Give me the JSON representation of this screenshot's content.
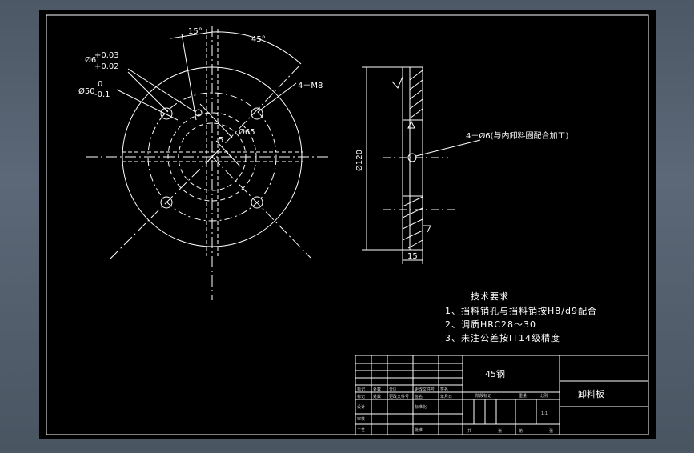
{
  "dimensions": {
    "tol_upper": "+0.03",
    "tol_lower": "+0.02",
    "dia6": "Ø6",
    "dia50": "Ø50",
    "dia50_upper": "0",
    "dia50_lower": "-0.1",
    "angle15": "15°",
    "angle45": "45°",
    "holes_label": "4－M8",
    "dia65": "Ø65",
    "radius_label": "5",
    "dia120": "Ø120",
    "thickness": "15",
    "side_note": "4－Ø6(与内卸料圈配合加工)"
  },
  "tech_requirements": {
    "title": "技术要求",
    "items": [
      "1、挡料销孔与挡料销按H8/d9配合",
      "2、调质HRC28～30",
      "3、未注公差按IT14级精度"
    ]
  },
  "title_block": {
    "material": "45钢",
    "part_name": "卸料板",
    "cells": {
      "r4a": "标记",
      "r4b": "处数",
      "r4c": "分区",
      "r4d": "更改文件号",
      "r4e": "签名",
      "r4f": "年月日",
      "r5a": "设计",
      "r5b": "标准化",
      "r5c": "阶段标记",
      "r5d": "重量",
      "r5e": "比例",
      "r6a": "审核",
      "r7a": "工艺",
      "r7b": "批准",
      "r8a": "共",
      "r8b": "张",
      "r8c": "第",
      "r8d": "张",
      "scale": "1:1"
    }
  },
  "colors": {
    "canvas": "#000000",
    "line": "#ffffff",
    "frame_bg": "#4d5866"
  }
}
